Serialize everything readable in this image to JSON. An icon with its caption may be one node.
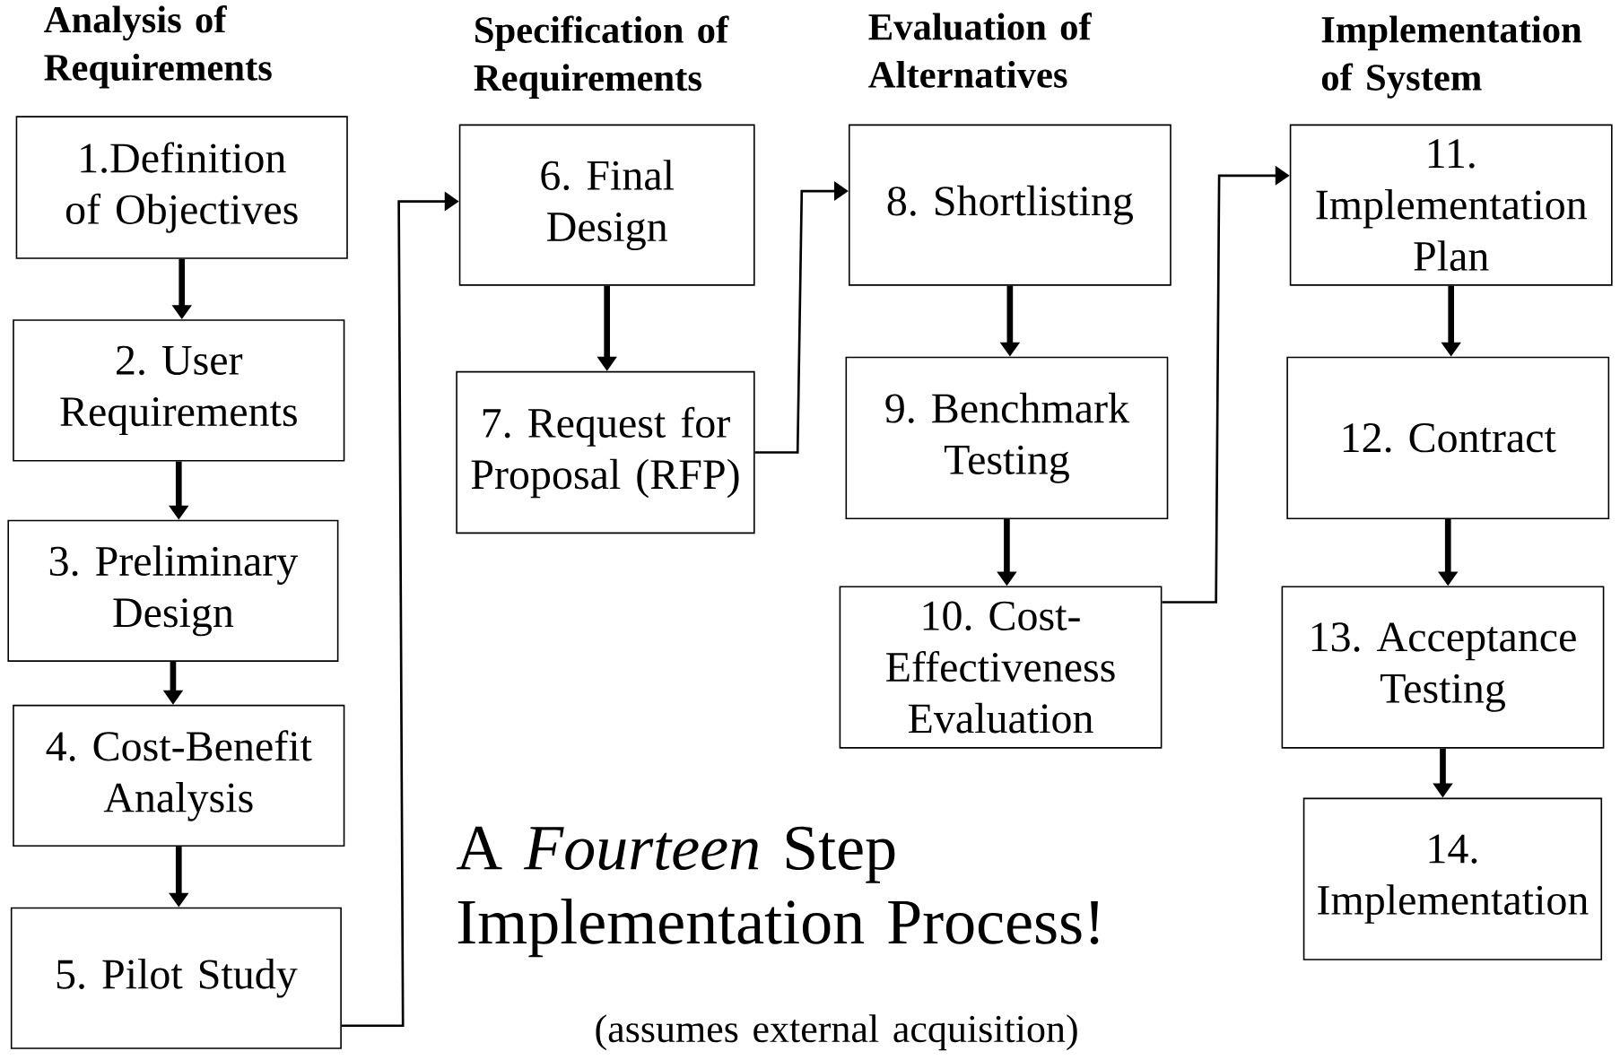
{
  "diagram": {
    "nodes": [
      {
        "text": [
          "1.Definition of Objectives"
        ]
      },
      {
        "text": [
          "2. User Requirements"
        ]
      },
      {
        "text": [
          "3. Preliminary Design"
        ]
      },
      {
        "text": [
          "4. Cost-Benefit Analysis"
        ]
      },
      {
        "text": [
          "5. Pilot Study"
        ]
      },
      {
        "text": [
          "6. Final Design"
        ]
      },
      {
        "text": [
          "7. Request for Proposal (RFP)"
        ]
      },
      {
        "text": [
          "8. Shortlisting"
        ]
      },
      {
        "text": [
          "9. Benchmark Testing"
        ]
      },
      {
        "text": [
          "10. Cost-Effectiveness Evaluation"
        ]
      },
      {
        "text": [
          "11. Implementation Plan"
        ]
      },
      {
        "text": [
          "12. Contract"
        ]
      },
      {
        "text": [
          "13. Acceptance Testing"
        ]
      },
      {
        "text": [
          "14. Implementation"
        ]
      }
    ],
    "edges": [
      {
        "from": 0,
        "to": 1,
        "arrow": "to"
      },
      {
        "from": 1,
        "to": 2,
        "arrow": "to"
      },
      {
        "from": 2,
        "to": 3,
        "arrow": "to"
      },
      {
        "from": 3,
        "to": 4,
        "arrow": "to"
      },
      {
        "from": 4,
        "to": 5,
        "arrow": "to"
      },
      {
        "from": 5,
        "to": 6,
        "arrow": "to"
      },
      {
        "from": 6,
        "to": 7,
        "arrow": "to"
      },
      {
        "from": 7,
        "to": 8,
        "arrow": "to"
      },
      {
        "from": 8,
        "to": 9,
        "arrow": "to"
      },
      {
        "from": 9,
        "to": 10,
        "arrow": "to"
      },
      {
        "from": 10,
        "to": 11,
        "arrow": "to"
      },
      {
        "from": 11,
        "to": 12,
        "arrow": "to"
      },
      {
        "from": 12,
        "to": 13,
        "arrow": "to"
      }
    ],
    "labels": [
      "Analysis of Requirements",
      "Specification of Requirements",
      "Evaluation of Alternatives",
      "Implementation of System",
      "A *Fourteen* Step Implementation Process!",
      "(assumes external acquisition)"
    ]
  }
}
